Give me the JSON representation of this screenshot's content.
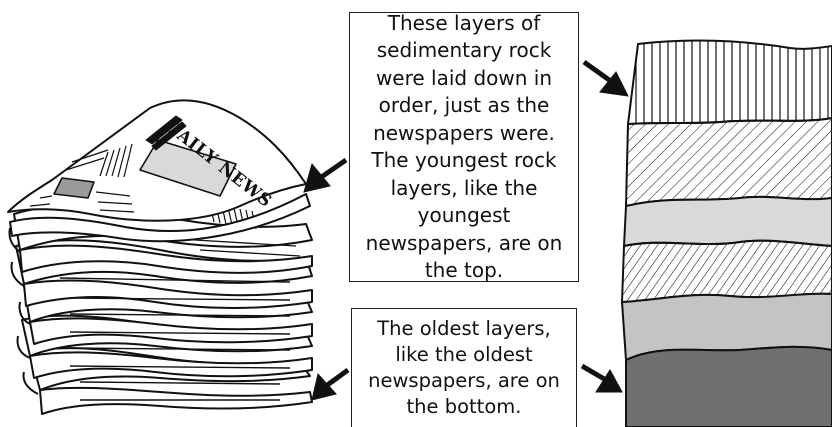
{
  "callouts": {
    "top_text": "These layers of sedimentary rock were laid down in order, just as the newspapers were. The youngest rock layers, like the youngest newspapers, are on the top.",
    "bottom_text": "The oldest layers, like the oldest newspapers, are on the bottom."
  },
  "newspaper": {
    "masthead": "DAILY NEWS"
  },
  "colors": {
    "ink": "#111111",
    "light_gray": "#d9d9d9",
    "mid_gray": "#c4c4c4",
    "dark_gray": "#707070",
    "photo_gray": "#9a9a9a",
    "paper": "#ffffff"
  }
}
